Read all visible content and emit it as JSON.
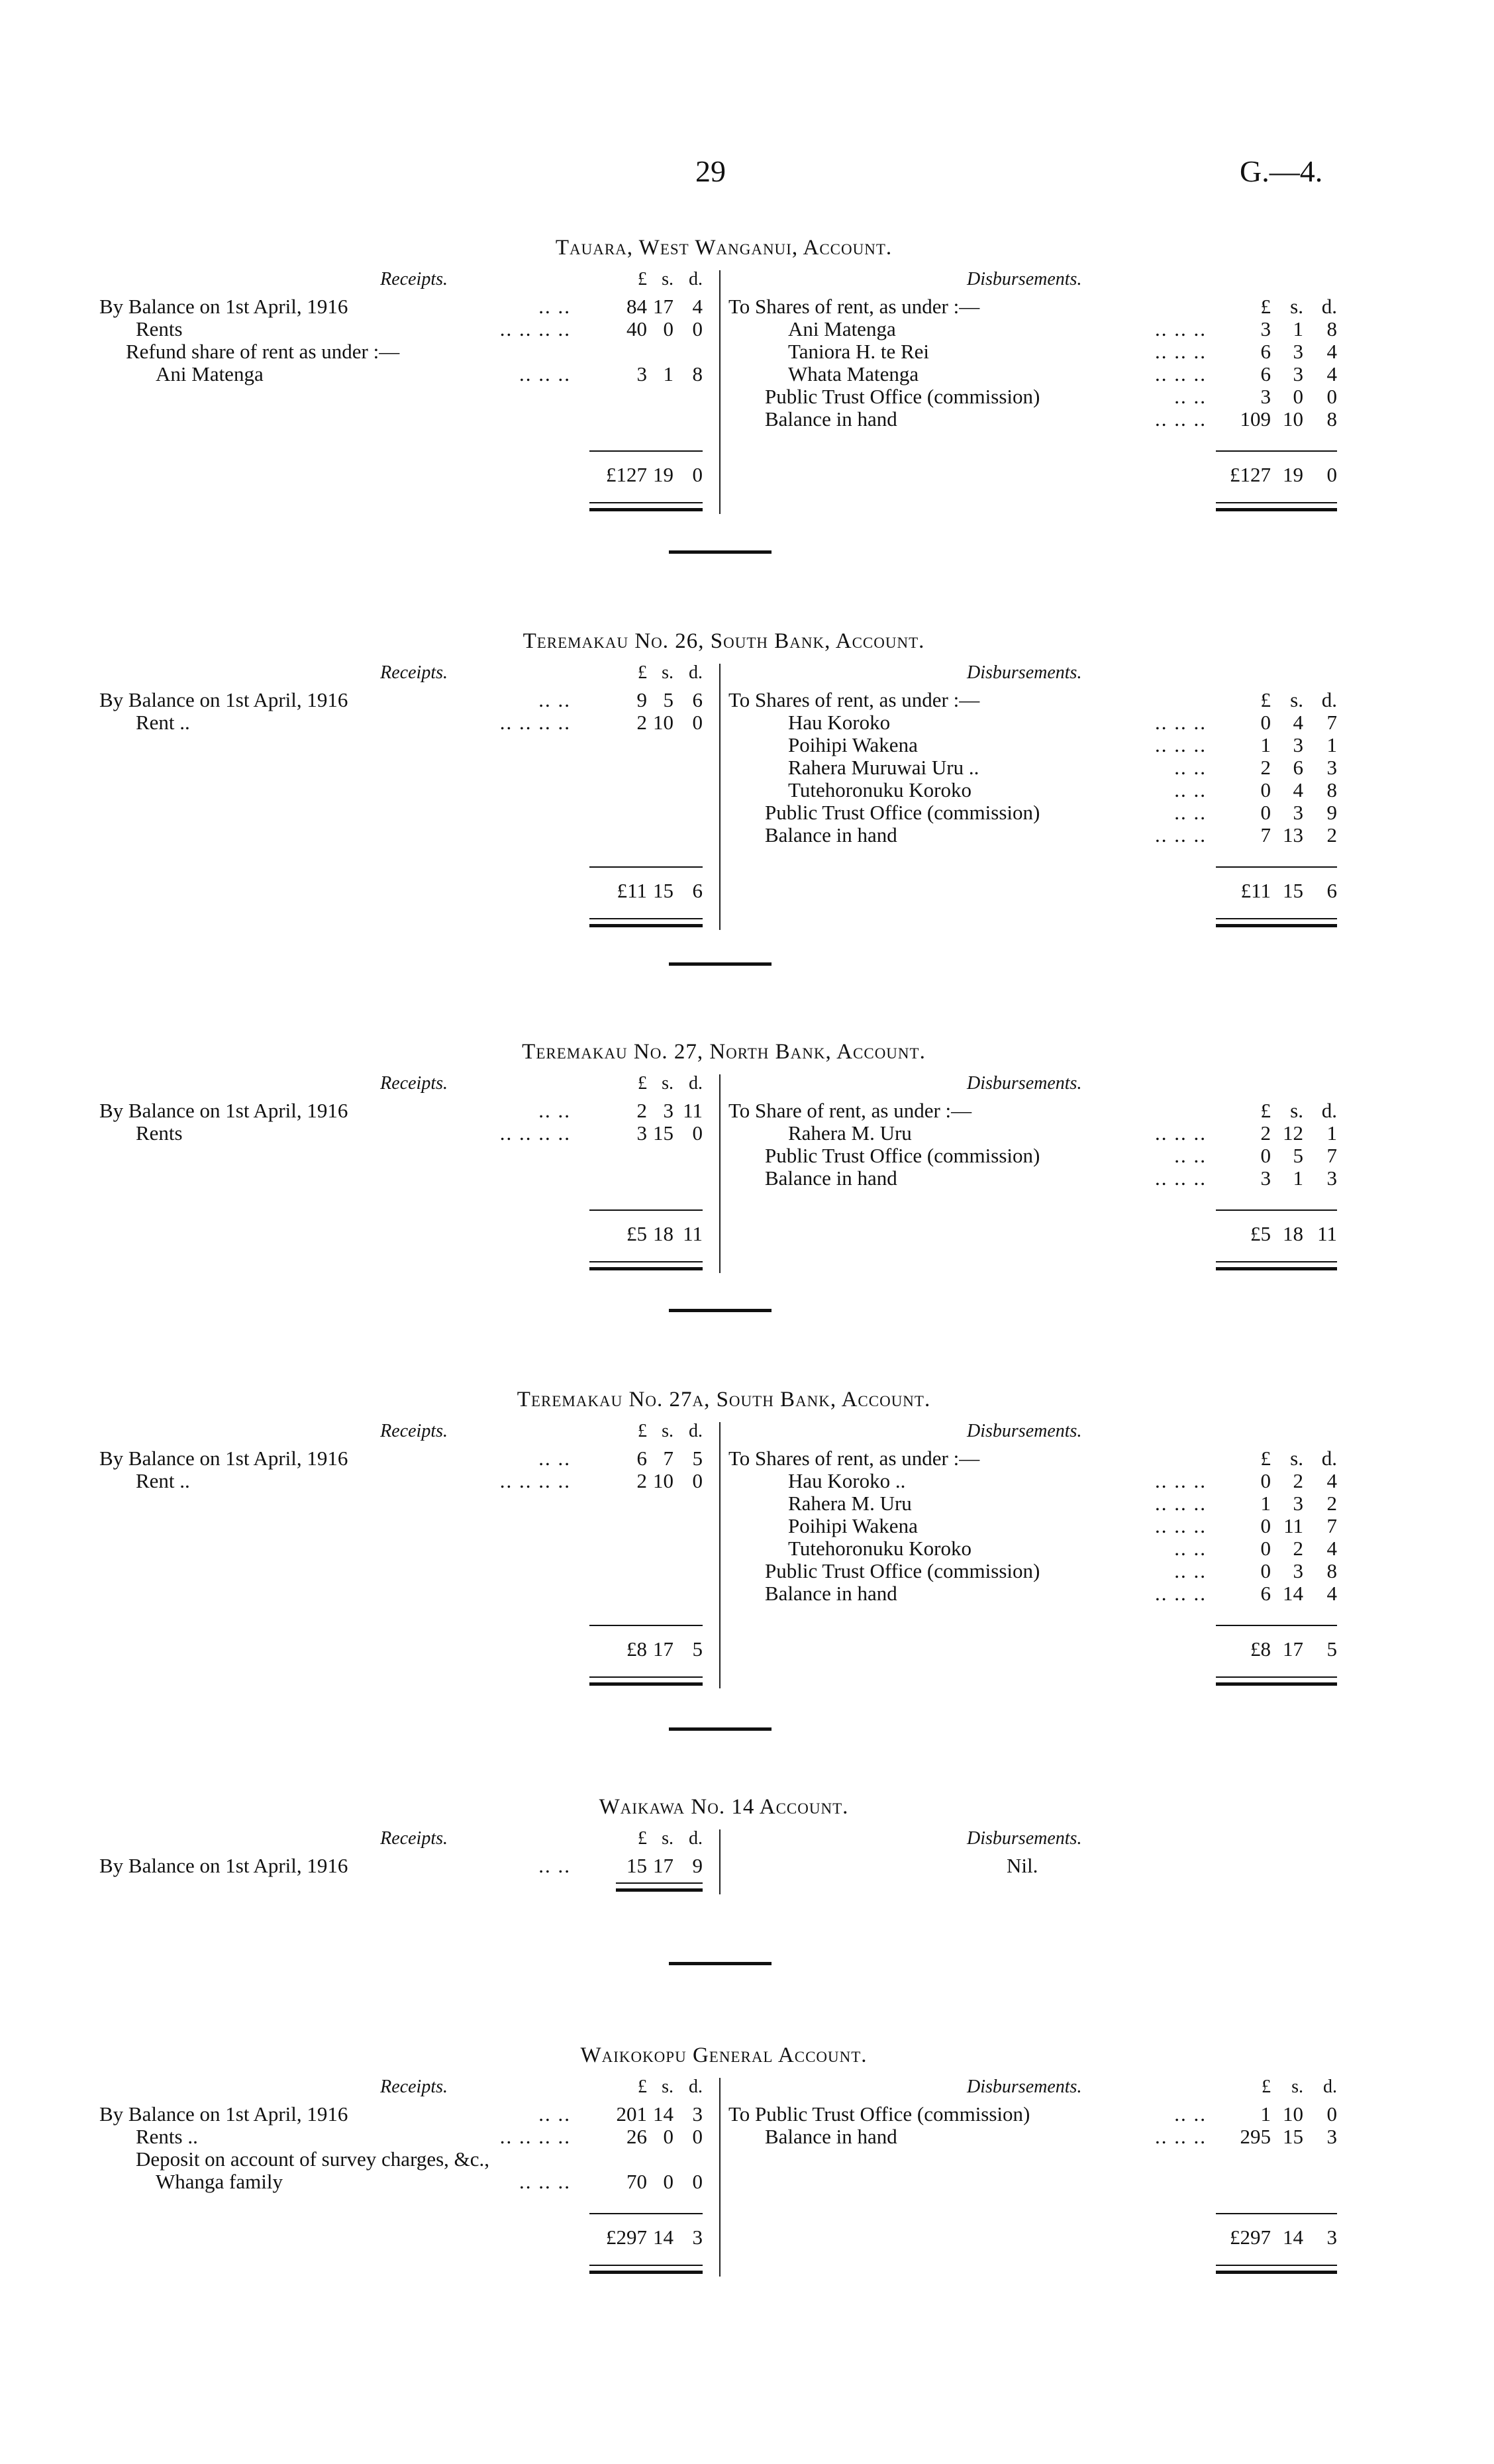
{
  "page": {
    "number": "29",
    "reference": "G.—4."
  },
  "labels": {
    "receipts": "Receipts.",
    "disbursements": "Disbursements.",
    "lsd": [
      "£",
      "s.",
      "d."
    ],
    "lsd_inline": "£   s.  d."
  },
  "sections": [
    {
      "title": "Tauara, West Wanganui, Account.",
      "receipts": [
        {
          "text": "By Balance on 1st April, 1916",
          "indent": 0,
          "leader": "..        ..",
          "l": "84",
          "s": "17",
          "d": "4"
        },
        {
          "text": "Rents",
          "indent": 55,
          "leader": "..        ..        ..        ..",
          "l": "40",
          "s": "0",
          "d": "0"
        },
        {
          "text": "Refund share of rent as under :—",
          "indent": 40,
          "leader": "",
          "l": "",
          "s": "",
          "d": ""
        },
        {
          "text": "Ani Matenga",
          "indent": 85,
          "leader": "..        ..        ..",
          "l": "3",
          "s": "1",
          "d": "8"
        }
      ],
      "disbursements": [
        {
          "text": "To Shares of rent, as under :—",
          "indent": 0,
          "leader": "",
          "l": "£",
          "s": "s.",
          "d": "d."
        },
        {
          "text": "Ani Matenga",
          "indent": 90,
          "leader": "..        ..        ..",
          "l": "3",
          "s": "1",
          "d": "8"
        },
        {
          "text": "Taniora H. te Rei",
          "indent": 90,
          "leader": "..        ..        ..",
          "l": "6",
          "s": "3",
          "d": "4"
        },
        {
          "text": "Whata Matenga",
          "indent": 90,
          "leader": "..        ..        ..",
          "l": "6",
          "s": "3",
          "d": "4"
        },
        {
          "text": "Public Trust Office (commission)",
          "indent": 55,
          "leader": "..        ..",
          "l": "3",
          "s": "0",
          "d": "0"
        },
        {
          "text": "Balance in hand",
          "indent": 55,
          "leader": "..        ..        ..",
          "l": "109",
          "s": "10",
          "d": "8"
        }
      ],
      "total": {
        "l": "£127",
        "s": "19",
        "d": "0"
      }
    },
    {
      "title": "Teremakau No. 26, South Bank, Account.",
      "receipts": [
        {
          "text": "By Balance on 1st April, 1916",
          "indent": 0,
          "leader": "..        ..",
          "l": "9",
          "s": "5",
          "d": "6"
        },
        {
          "text": "Rent ..",
          "indent": 55,
          "leader": "..        ..        ..        ..",
          "l": "2",
          "s": "10",
          "d": "0"
        }
      ],
      "disbursements": [
        {
          "text": "To Shares of rent, as under :—",
          "indent": 0,
          "leader": "",
          "l": "£",
          "s": "s.",
          "d": "d."
        },
        {
          "text": "Hau Koroko",
          "indent": 90,
          "leader": "..        ..        ..",
          "l": "0",
          "s": "4",
          "d": "7"
        },
        {
          "text": "Poihipi Wakena",
          "indent": 90,
          "leader": "..        ..        ..",
          "l": "1",
          "s": "3",
          "d": "1"
        },
        {
          "text": "Rahera Muruwai Uru ..",
          "indent": 90,
          "leader": "..        ..",
          "l": "2",
          "s": "6",
          "d": "3"
        },
        {
          "text": "Tutehoronuku Koroko",
          "indent": 90,
          "leader": "..        ..",
          "l": "0",
          "s": "4",
          "d": "8"
        },
        {
          "text": "Public Trust Office (commission)",
          "indent": 55,
          "leader": "..        ..",
          "l": "0",
          "s": "3",
          "d": "9"
        },
        {
          "text": "Balance in hand",
          "indent": 55,
          "leader": "..        ..        ..",
          "l": "7",
          "s": "13",
          "d": "2"
        }
      ],
      "total": {
        "l": "£11",
        "s": "15",
        "d": "6"
      }
    },
    {
      "title": "Teremakau No. 27, North Bank, Account.",
      "receipts": [
        {
          "text": "By Balance on 1st April, 1916",
          "indent": 0,
          "leader": "..        ..",
          "l": "2",
          "s": "3",
          "d": "11"
        },
        {
          "text": "Rents",
          "indent": 55,
          "leader": "..        ..        ..        ..",
          "l": "3",
          "s": "15",
          "d": "0"
        }
      ],
      "disbursements": [
        {
          "text": "To Share of rent, as under :—",
          "indent": 0,
          "leader": "",
          "l": "£",
          "s": "s.",
          "d": "d."
        },
        {
          "text": "Rahera M. Uru",
          "indent": 90,
          "leader": "..        ..        ..",
          "l": "2",
          "s": "12",
          "d": "1"
        },
        {
          "text": "Public Trust Office (commission)",
          "indent": 55,
          "leader": "..        ..",
          "l": "0",
          "s": "5",
          "d": "7"
        },
        {
          "text": "Balance in hand",
          "indent": 55,
          "leader": "..        ..        ..",
          "l": "3",
          "s": "1",
          "d": "3"
        }
      ],
      "total": {
        "l": "£5",
        "s": "18",
        "d": "11"
      }
    },
    {
      "title": "Teremakau No. 27a, South Bank, Account.",
      "receipts": [
        {
          "text": "By Balance on 1st April, 1916",
          "indent": 0,
          "leader": "..        ..",
          "l": "6",
          "s": "7",
          "d": "5"
        },
        {
          "text": "Rent ..",
          "indent": 55,
          "leader": "..        ..        ..        ..",
          "l": "2",
          "s": "10",
          "d": "0"
        }
      ],
      "disbursements": [
        {
          "text": "To Shares of rent, as under :—",
          "indent": 0,
          "leader": "",
          "l": "£",
          "s": "s.",
          "d": "d."
        },
        {
          "text": "Hau Koroko ..",
          "indent": 90,
          "leader": "..        ..        ..",
          "l": "0",
          "s": "2",
          "d": "4"
        },
        {
          "text": "Rahera M. Uru",
          "indent": 90,
          "leader": "..        ..        ..",
          "l": "1",
          "s": "3",
          "d": "2"
        },
        {
          "text": "Poihipi Wakena",
          "indent": 90,
          "leader": "..        ..        ..",
          "l": "0",
          "s": "11",
          "d": "7"
        },
        {
          "text": "Tutehoronuku Koroko",
          "indent": 90,
          "leader": "..        ..",
          "l": "0",
          "s": "2",
          "d": "4"
        },
        {
          "text": "Public Trust Office (commission)",
          "indent": 55,
          "leader": "..        ..",
          "l": "0",
          "s": "3",
          "d": "8"
        },
        {
          "text": "Balance in hand",
          "indent": 55,
          "leader": "..        ..        ..",
          "l": "6",
          "s": "14",
          "d": "4"
        }
      ],
      "total": {
        "l": "£8",
        "s": "17",
        "d": "5"
      }
    },
    {
      "title": "Waikawa No. 14 Account.",
      "receipts": [
        {
          "text": "By Balance on 1st April, 1916",
          "indent": 0,
          "leader": "..        ..",
          "l": "15",
          "s": "17",
          "d": "9"
        }
      ],
      "disbursements_nil": "Nil.",
      "disbursements": [],
      "total": null
    },
    {
      "title": "Waikokopu General Account.",
      "right_header_lsd": true,
      "receipts": [
        {
          "text": "By Balance on 1st April, 1916",
          "indent": 0,
          "leader": "..        ..",
          "l": "201",
          "s": "14",
          "d": "3"
        },
        {
          "text": "Rents ..",
          "indent": 55,
          "leader": "..        ..        ..        ..",
          "l": "26",
          "s": "0",
          "d": "0"
        },
        {
          "text": "Deposit on account of survey charges, &c.,",
          "indent": 55,
          "leader": "",
          "l": "",
          "s": "",
          "d": ""
        },
        {
          "text": "Whanga family",
          "indent": 85,
          "leader": "..        ..        ..",
          "l": "70",
          "s": "0",
          "d": "0"
        }
      ],
      "disbursements": [
        {
          "text": "To Public Trust Office (commission)",
          "indent": 0,
          "leader": "..        ..",
          "l": "1",
          "s": "10",
          "d": "0"
        },
        {
          "text": "Balance in hand",
          "indent": 55,
          "leader": "..        ..        ..",
          "l": "295",
          "s": "15",
          "d": "3"
        }
      ],
      "total": {
        "l": "£297",
        "s": "14",
        "d": "3"
      }
    }
  ]
}
